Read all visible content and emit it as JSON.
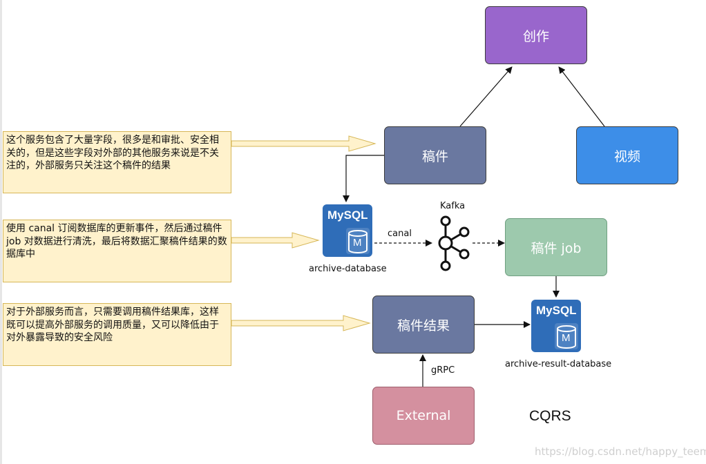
{
  "boxes": {
    "create": {
      "label": "创作",
      "color": "#9966cc"
    },
    "manuscript": {
      "label": "稿件",
      "color": "#6a78a0"
    },
    "video": {
      "label": "视频",
      "color": "#3d8ee8"
    },
    "manuscript_job": {
      "label": "稿件 job",
      "color": "#9dc9ad"
    },
    "manuscript_result": {
      "label": "稿件结果",
      "color": "#6a78a0"
    },
    "external": {
      "label": "External",
      "color": "#d4909f"
    }
  },
  "notes": {
    "note1": "这个服务包含了大量字段，很多是和审批、安全相关的，但是这些字段对外部的其他服务来说是不关注的，外部服务只关注这个稿件的结果",
    "note2": "使用 canal 订阅数据库的更新事件，然后通过稿件 job 对数据进行清洗，最后将数据汇聚稿件结果的数据库中",
    "note3": "对于外部服务而言，只需要调用稿件结果库，这样既可以提高外部服务的调用质量，又可以降低由于对外暴露导致的安全风险"
  },
  "databases": {
    "archive": {
      "brand": "MySQL",
      "letter": "M",
      "name": "archive-database"
    },
    "archive_result": {
      "brand": "MySQL",
      "letter": "M",
      "name": "archive-result-database"
    }
  },
  "labels": {
    "kafka": "Kafka",
    "canal": "canal",
    "grpc": "gRPC",
    "cqrs": "CQRS"
  },
  "watermark": "https://blog.csdn.net/happy_teemo",
  "colors": {
    "note_bg": "#fff2cc",
    "note_border": "#d6b656",
    "mysql_blue": "#2f6db8"
  }
}
